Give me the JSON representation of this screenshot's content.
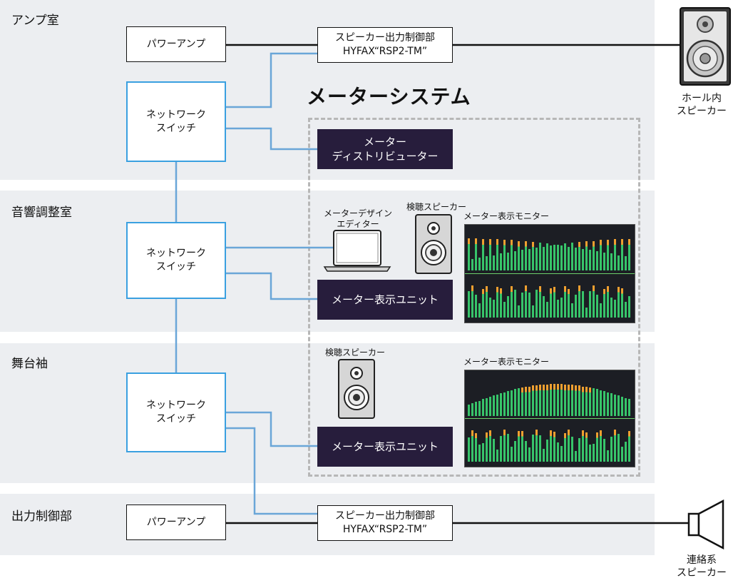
{
  "zones": {
    "amp_room": "アンプ室",
    "sound_control_room": "音響調整室",
    "stage_wing": "舞台袖",
    "output_control": "出力制御部"
  },
  "meter_system_title": "メーターシステム",
  "power_amp_label": "パワーアンプ",
  "speaker_controller_label": "スピーカー出力制御部\nHYFAX“RSP2-TM”",
  "network_switch_label": "ネットワーク\nスイッチ",
  "meter_distributor_label": "メーター\nディストリビューター",
  "meter_display_unit_label": "メーター表示ユニット",
  "meter_design_editor_label": "メーターデザイン\nエディター",
  "monitor_speaker_label": "検聴スピーカー",
  "meter_display_monitor_label": "メーター表示モニター",
  "hall_speaker_label": "ホール内\nスピーカー",
  "paging_speaker_label": "連絡系\nスピーカー",
  "colors": {
    "band": "#eceef1",
    "network_line": "#6aa6d8",
    "switch_border": "#3aa0e0",
    "dark_box": "#271d3c",
    "meter_green": "#37c46a",
    "meter_orange": "#f0a030"
  }
}
